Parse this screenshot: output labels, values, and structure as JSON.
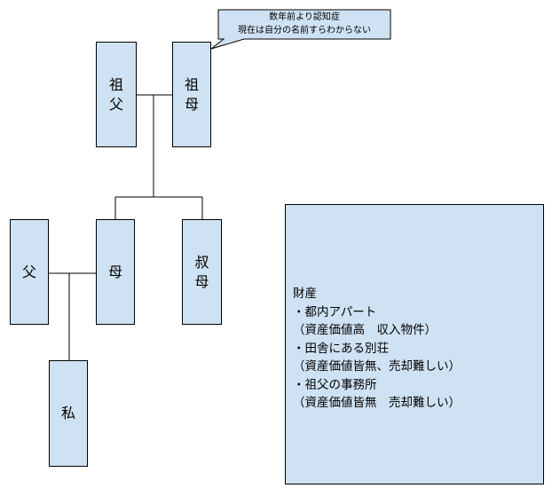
{
  "callout": {
    "lines": [
      "数年前より認知症",
      "現在は自分の名前すらわからない"
    ]
  },
  "people": {
    "grandfather": "祖\n父",
    "grandmother": "祖\n母",
    "father": "父",
    "mother": "母",
    "aunt": "叔\n母",
    "me": "私"
  },
  "assets": {
    "lines": [
      "財産",
      "・都内アパート",
      "（資産価値高　収入物件）",
      "・田舎にある別荘",
      "（資産価値皆無、売却難しい）",
      "・祖父の事務所",
      "（資産価値皆無　売却難しい）"
    ]
  },
  "colors": {
    "box_fill": "#cfe2f3",
    "line": "#000000"
  }
}
